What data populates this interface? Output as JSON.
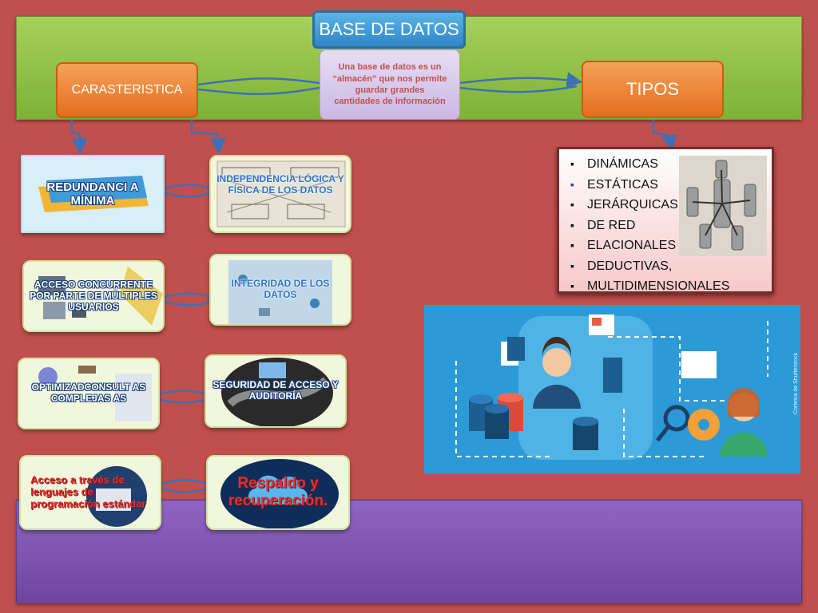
{
  "title": "BASE DE DATOS",
  "definition": "Una base de datos es un “almacén” que nos permite guardar grandes cantidades de información",
  "characteristics_label": "CARASTERISTICA",
  "types_label": "TIPOS",
  "characteristics": [
    {
      "label": "REDUNDANCI A MÍNIMA"
    },
    {
      "label": "INDEPENDENCIA LÓGICA Y FÍSICA DE LOS DATOS"
    },
    {
      "label": "ACCESO CONCURRENTE POR PARTE DE MÚLTIPLES USUARIOS"
    },
    {
      "label": "INTEGRIDAD DE LOS DATOS"
    },
    {
      "label": "OPTIMIZADCONSULT AS COMPLEJAS AS"
    },
    {
      "label": "SEGURIDAD DE ACCESO Y AUDITORÍA"
    },
    {
      "label": "Acceso a través de lenguajes de programación estándar"
    },
    {
      "label": "Respaldo y recuperación."
    }
  ],
  "types": [
    "DINÁMICAS",
    "ESTÁTICAS",
    "JERÁRQUICAS",
    "DE RED",
    "ELACIONALES",
    "DEDUCTIVAS,",
    "MULTIDIMENSIONALES"
  ],
  "image_credit": "Cortesía de Shutterstock",
  "colors": {
    "background": "#c0504d",
    "green_band": "#8cbf44",
    "purple_band": "#7e55b0",
    "title_blue": "#3d9ad8",
    "orange": "#ea7b2e",
    "definition_bg": "#dccfee",
    "card_bg": "#f1f7dd",
    "arrow_blue": "#3f6fb5"
  },
  "icons": [
    "database-servers-icon",
    "people-network-icon",
    "chain-lock-icon",
    "cloud-backup-icon"
  ]
}
